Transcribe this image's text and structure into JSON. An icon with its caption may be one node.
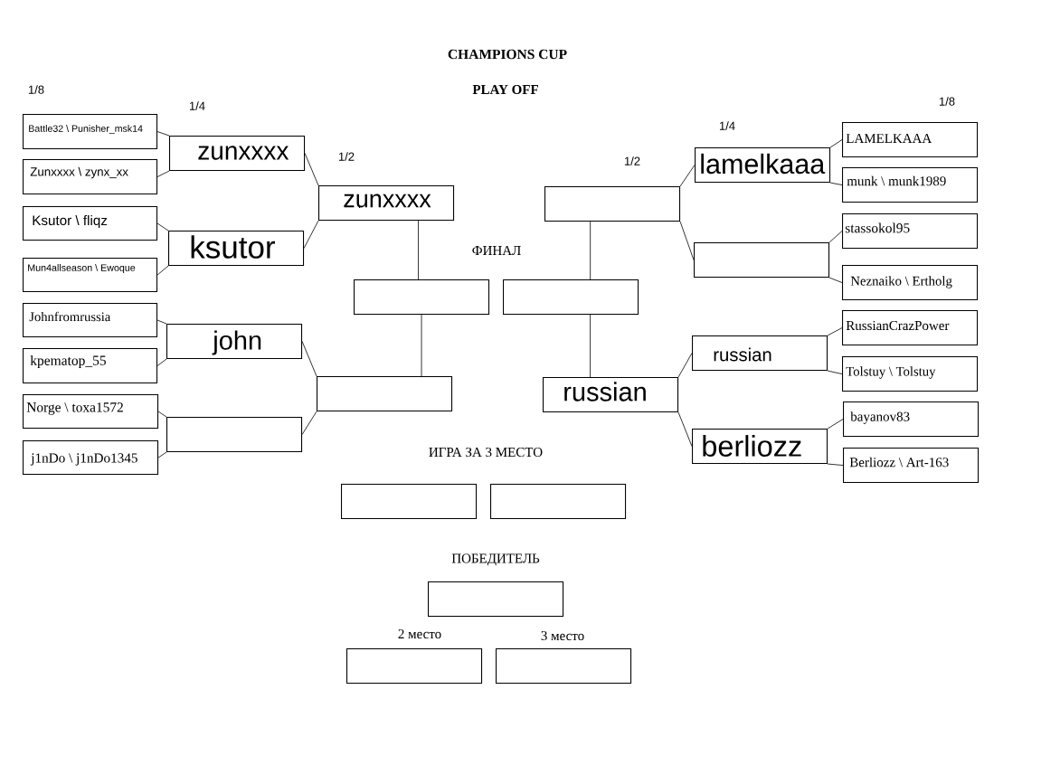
{
  "diagram": {
    "title": "CHAMPIONS CUP",
    "nodes": [
      {
        "text": [
          "Battle32 \\ Punisher_msk14"
        ]
      },
      {
        "text": [
          "Zunxxxx \\ zynx_xx"
        ]
      },
      {
        "text": [
          "Ksutor \\ fliqz"
        ]
      },
      {
        "text": [
          "Mun4allseason \\ Ewoque"
        ]
      },
      {
        "text": [
          "Johnfromrussia"
        ]
      },
      {
        "text": [
          "kpematop_55"
        ]
      },
      {
        "text": [
          "Norge \\ toxa1572"
        ]
      },
      {
        "text": [
          "j1nDo \\ j1nDo1345"
        ]
      },
      {
        "text": [
          "zunxxxx"
        ]
      },
      {
        "text": [
          "ksutor"
        ]
      },
      {
        "text": [
          "john"
        ]
      },
      {
        "text": [],
        "shape": "box"
      },
      {
        "text": [
          "zunxxxx"
        ]
      },
      {
        "text": [],
        "shape": "box"
      },
      {
        "text": [],
        "shape": "box"
      },
      {
        "text": [],
        "shape": "box"
      },
      {
        "text": [],
        "shape": "box"
      },
      {
        "text": [
          "russian"
        ]
      },
      {
        "text": [
          "lamelkaaa"
        ]
      },
      {
        "text": [],
        "shape": "box"
      },
      {
        "text": [
          "russian"
        ]
      },
      {
        "text": [
          "berliozz"
        ]
      },
      {
        "text": [
          "LAMELKAAA"
        ]
      },
      {
        "text": [
          "munk \\ munk1989"
        ]
      },
      {
        "text": [
          "stassokol95"
        ]
      },
      {
        "text": [
          "Neznaiko \\ Ertholg"
        ]
      },
      {
        "text": [
          "RussianCrazPower"
        ]
      },
      {
        "text": [
          "Tolstuy \\ Tolstuy"
        ]
      },
      {
        "text": [
          "bayanov83"
        ]
      },
      {
        "text": [
          "Berliozz \\ Art-163"
        ]
      },
      {
        "text": [],
        "shape": "box"
      },
      {
        "text": [],
        "shape": "box"
      },
      {
        "text": [],
        "shape": "box",
        "beside": [
          "ПОБЕДИТЕЛЬ"
        ]
      },
      {
        "text": [],
        "shape": "box",
        "beside": [
          "2 место"
        ]
      },
      {
        "text": [],
        "shape": "box",
        "beside": [
          "3 место"
        ]
      }
    ],
    "edges": [
      {
        "from": 0,
        "to": 8,
        "arrow": "none"
      },
      {
        "from": 1,
        "to": 8,
        "arrow": "none"
      },
      {
        "from": 2,
        "to": 9,
        "arrow": "none"
      },
      {
        "from": 3,
        "to": 9,
        "arrow": "none"
      },
      {
        "from": 4,
        "to": 10,
        "arrow": "none"
      },
      {
        "from": 5,
        "to": 10,
        "arrow": "none"
      },
      {
        "from": 6,
        "to": 11,
        "arrow": "none"
      },
      {
        "from": 7,
        "to": 11,
        "arrow": "none"
      },
      {
        "from": 8,
        "to": 12,
        "arrow": "none"
      },
      {
        "from": 9,
        "to": 12,
        "arrow": "none"
      },
      {
        "from": 10,
        "to": 13,
        "arrow": "none"
      },
      {
        "from": 11,
        "to": 13,
        "arrow": "none"
      },
      {
        "from": 12,
        "to": 14,
        "arrow": "none"
      },
      {
        "from": 13,
        "to": 14,
        "arrow": "none"
      },
      {
        "from": 16,
        "to": 15,
        "arrow": "none"
      },
      {
        "from": 17,
        "to": 15,
        "arrow": "none"
      },
      {
        "from": 18,
        "to": 16,
        "arrow": "none"
      },
      {
        "from": 19,
        "to": 16,
        "arrow": "none"
      },
      {
        "from": 20,
        "to": 17,
        "arrow": "none"
      },
      {
        "from": 21,
        "to": 17,
        "arrow": "none"
      },
      {
        "from": 22,
        "to": 18,
        "arrow": "none"
      },
      {
        "from": 23,
        "to": 18,
        "arrow": "none"
      },
      {
        "from": 24,
        "to": 19,
        "arrow": "none"
      },
      {
        "from": 25,
        "to": 19,
        "arrow": "none"
      },
      {
        "from": 26,
        "to": 20,
        "arrow": "none"
      },
      {
        "from": 27,
        "to": 20,
        "arrow": "none"
      },
      {
        "from": 28,
        "to": 21,
        "arrow": "none"
      },
      {
        "from": 29,
        "to": 21,
        "arrow": "none"
      }
    ],
    "labels": [
      "1/8",
      "PLAY OFF",
      "1/8",
      "1/4",
      "1/4",
      "1/2",
      "1/2",
      "ФИНАЛ",
      "ИГРА ЗА 3 МЕСТО"
    ]
  }
}
